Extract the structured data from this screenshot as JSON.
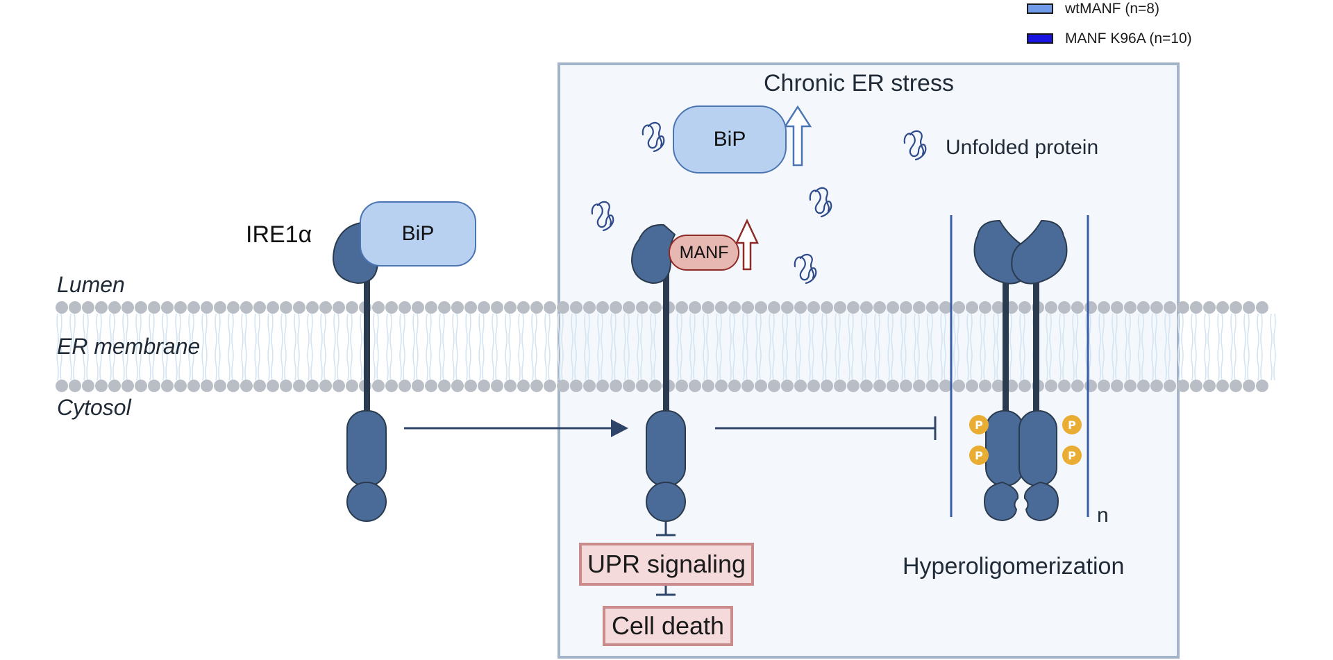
{
  "legend": {
    "items": [
      {
        "label": "wtMANF (n=8)",
        "color": "#6f9be8"
      },
      {
        "label": "MANF K96A (n=10)",
        "color": "#1a14e0"
      }
    ]
  },
  "regions": {
    "lumen": "Lumen",
    "er_membrane": "ER membrane",
    "cytosol": "Cytosol"
  },
  "left_panel": {
    "receptor_label": "IRE1α",
    "chaperone_label": "BiP"
  },
  "stress_panel": {
    "title": "Chronic ER stress",
    "bip_label": "BiP",
    "manf_label": "MANF",
    "unfolded_protein_label": "Unfolded protein",
    "upr_label": "UPR signaling",
    "cell_death_label": "Cell death",
    "oligomer_suffix": "n",
    "oligomer_label": "Hyperoligomerization",
    "phospho_label": "P"
  },
  "colors": {
    "receptor": "#4a6b97",
    "receptor_dark": "#2b3b4f",
    "membrane_head": "#b9bec6",
    "box_border": "#a3b4c9",
    "box_fill": "#f4f8fd",
    "bip_fill": "#b9d1f1",
    "manf_fill": "#e7b7b2",
    "up_arrow_blue": "#4a74b2",
    "up_arrow_red": "#8e2b26",
    "phospho": "#e9ad34"
  },
  "icons": [
    "up-arrow-icon",
    "inhibition-icon",
    "activation-arrow-icon",
    "unfolded-protein-icon"
  ]
}
